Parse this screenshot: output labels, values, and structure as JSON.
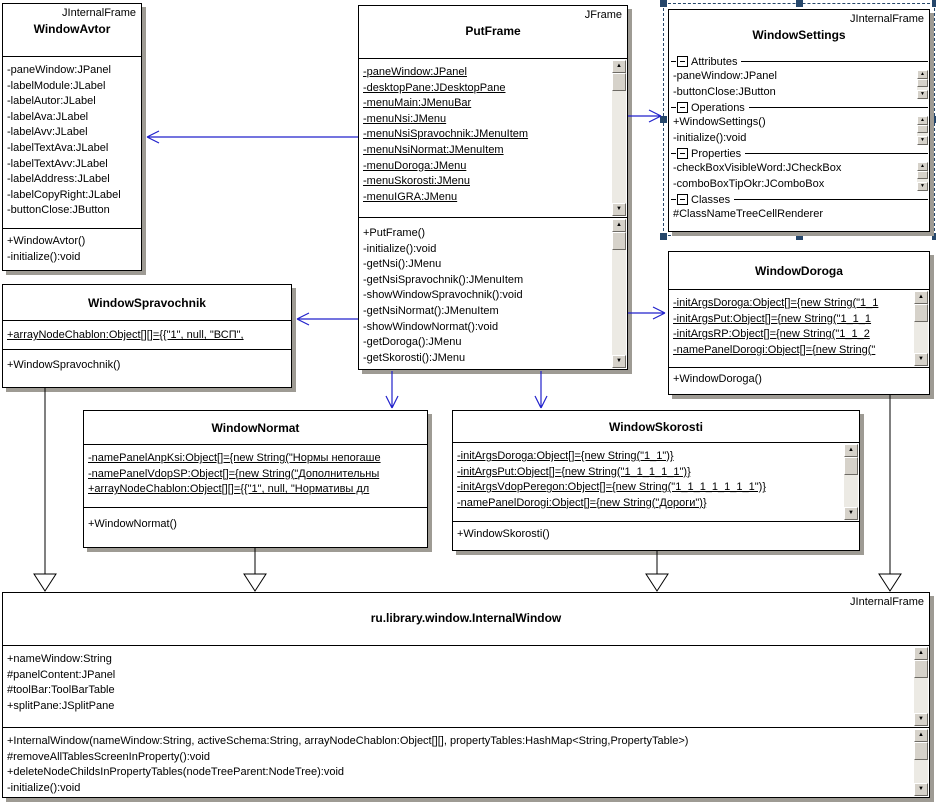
{
  "colors": {
    "connector_blue": "#2121cc",
    "selection_blue": "#26476b",
    "shadow_gray": "#9e9b94",
    "box_border": "#000000",
    "box_fill": "#ffffff"
  },
  "classes": {
    "windowAvtor": {
      "stereotype": "JInternalFrame",
      "name": "WindowAvtor",
      "attributes": [
        "-paneWindow:JPanel",
        "-labelModule:JLabel",
        "-labelAutor:JLabel",
        "-labelAva:JLabel",
        "-labelAvv:JLabel",
        "-labelTextAva:JLabel",
        "-labelTextAvv:JLabel",
        "-labelAddress:JLabel",
        "-labelCopyRight:JLabel",
        "-buttonClose:JButton"
      ],
      "methods": [
        "+WindowAvtor()",
        "-initialize():void"
      ]
    },
    "putFrame": {
      "stereotype": "JFrame",
      "name": "PutFrame",
      "attributes": [
        "-paneWindow:JPanel",
        "-desktopPane:JDesktopPane",
        "-menuMain:JMenuBar",
        "-menuNsi:JMenu",
        "-menuNsiSpravochnik:JMenuItem",
        "-menuNsiNormat:JMenuItem",
        "-menuDoroga:JMenu",
        "-menuSkorosti:JMenu",
        "-menuIGRA:JMenu"
      ],
      "methods": [
        "+PutFrame()",
        "-initialize():void",
        "-getNsi():JMenu",
        "-getNsiSpravochnik():JMenuItem",
        "-showWindowSpravochnik():void",
        "-getNsiNormat():JMenuItem",
        "-showWindowNormat():void",
        "-getDoroga():JMenu",
        "-getSkorosti():JMenu"
      ]
    },
    "windowSettings": {
      "stereotype": "JInternalFrame",
      "name": "WindowSettings",
      "groups": [
        {
          "label": "Attributes",
          "items": [
            "-paneWindow:JPanel",
            "-buttonClose:JButton"
          ]
        },
        {
          "label": "Operations",
          "items": [
            "+WindowSettings()",
            "-initialize():void"
          ]
        },
        {
          "label": "Properties",
          "items": [
            "-checkBoxVisibleWord:JCheckBox",
            "-comboBoxTipOkr:JComboBox"
          ]
        },
        {
          "label": "Classes",
          "items": [
            "#ClassNameTreeCellRenderer"
          ]
        }
      ]
    },
    "windowDoroga": {
      "name": "WindowDoroga",
      "attributes": [
        "-initArgsDoroga:Object[]={new String(\"1_1",
        "-initArgsPut:Object[]={new String(\"1_1_1",
        "-initArgsRP:Object[]={new String(\"1_1_2",
        "-namePanelDorogi:Object[]={new String(\""
      ],
      "methods": [
        "+WindowDoroga()"
      ]
    },
    "windowSpravochnik": {
      "name": "WindowSpravochnik",
      "attributes": [
        "+arrayNodeChablon:Object[][]={{\"1\", null, \"ВСП\","
      ],
      "methods": [
        "+WindowSpravochnik()"
      ]
    },
    "windowNormat": {
      "name": "WindowNormat",
      "attributes": [
        "-namePanelAnpKsi:Object[]={new String(\"Нормы непогаше",
        "-namePanelVdopSP:Object[]={new String(\"Дополнительны",
        "+arrayNodeChablon:Object[][]={{\"1\", null, \"Нормативы дл"
      ],
      "methods": [
        "+WindowNormat()"
      ]
    },
    "windowSkorosti": {
      "name": "WindowSkorosti",
      "attributes": [
        "-initArgsDoroga:Object[]={new String(\"1_1\")}",
        "-initArgsPut:Object[]={new String(\"1_1_1_1_1\")}",
        "-initArgsVdopPeregon:Object[]={new String(\"1_1_1_1_1_1_1\")}",
        "-namePanelDorogi:Object[]={new String(\"Дороги\")}"
      ],
      "methods": [
        "+WindowSkorosti()"
      ]
    },
    "internalWindow": {
      "stereotype": "JInternalFrame",
      "name": "ru.library.window.InternalWindow",
      "attributes": [
        "+nameWindow:String",
        "#panelContent:JPanel",
        "#toolBar:ToolBarTable",
        "+splitPane:JSplitPane"
      ],
      "methods": [
        "+InternalWindow(nameWindow:String, activeSchema:String, arrayNodeChablon:Object[][], propertyTables:HashMap<String,PropertyTable>)",
        "#removeAllTablesScreenInProperty():void",
        "+deleteNodeChildsInPropertyTables(nodeTreeParent:NodeTree):void",
        "-initialize():void"
      ]
    }
  }
}
